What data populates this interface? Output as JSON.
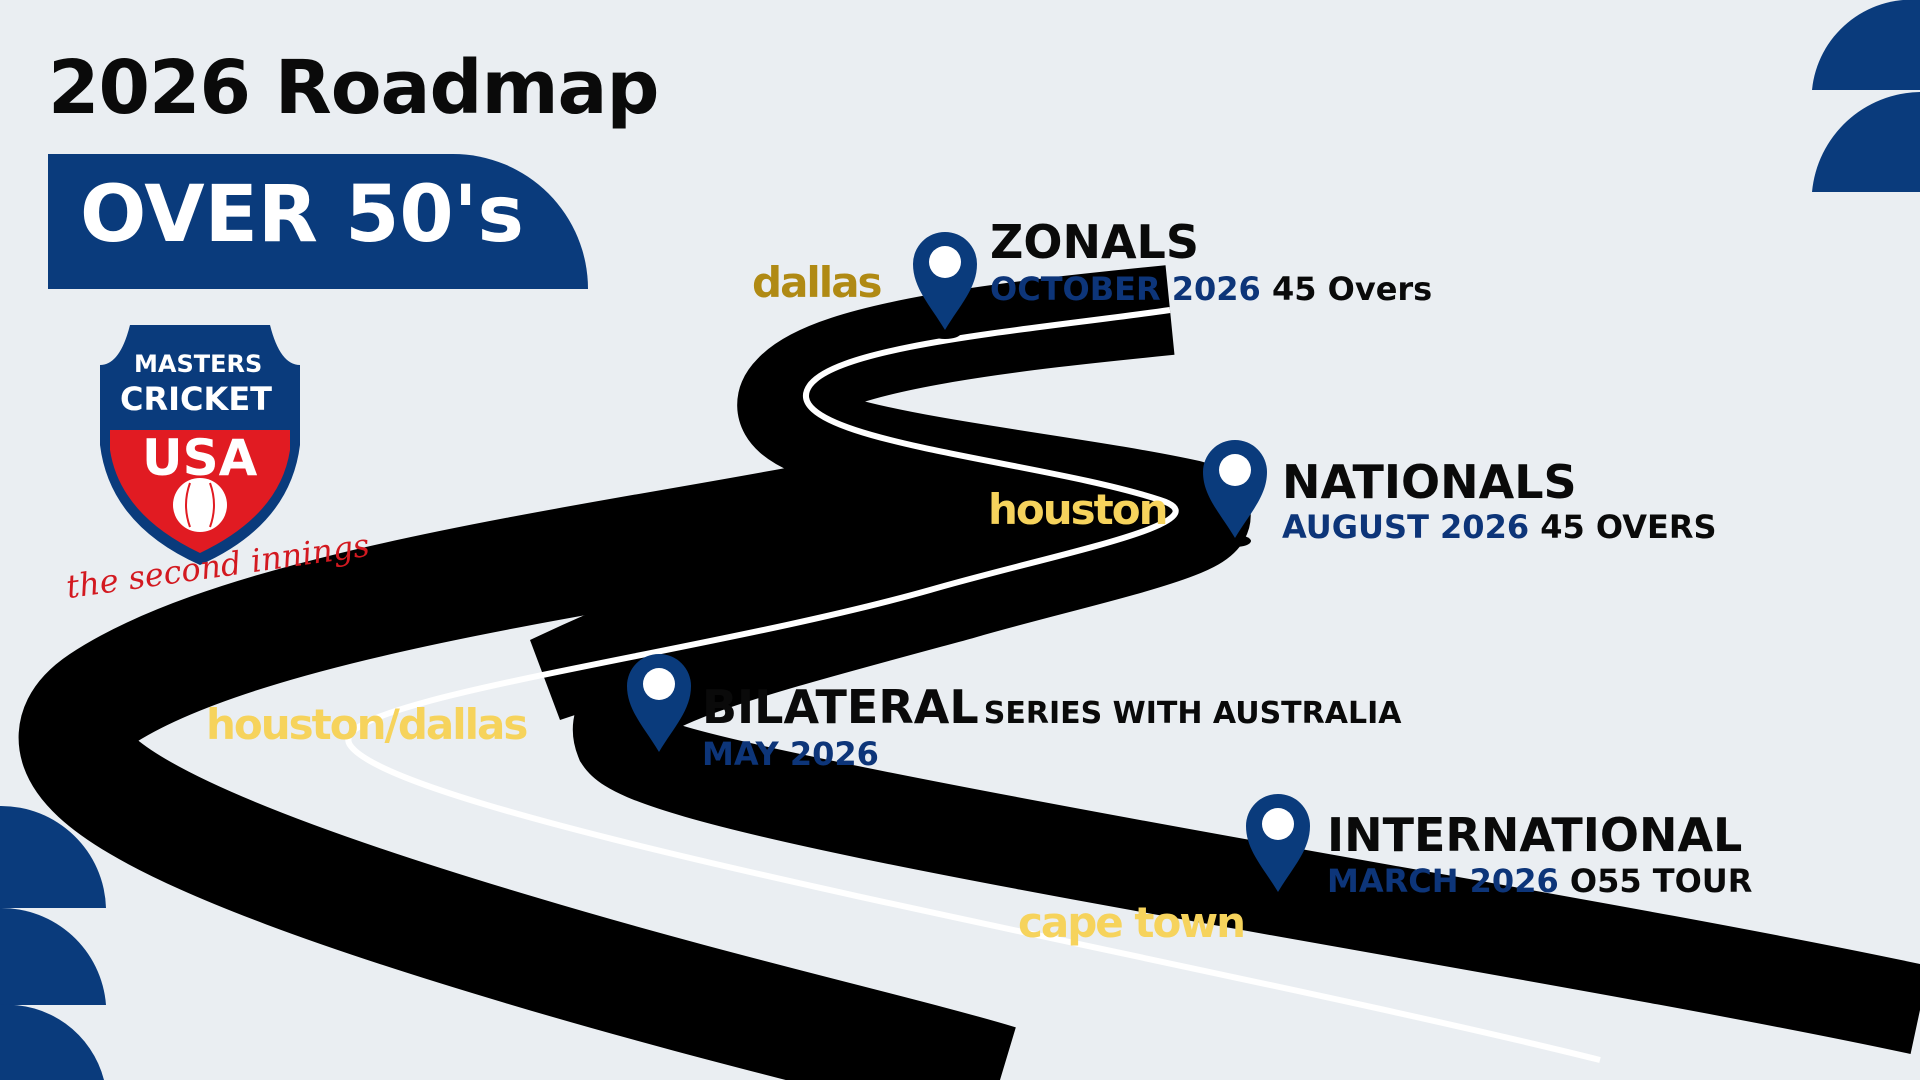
{
  "header": {
    "title": "2026 Roadmap",
    "badge": "OVER 50's"
  },
  "logo": {
    "line1": "MASTERS",
    "line2": "CRICKET",
    "line3": "USA",
    "tagline": "the second innings"
  },
  "events": [
    {
      "title": "ZONALS",
      "date": "OCTOBER 2026",
      "detail": "45 Overs",
      "city": "dallas"
    },
    {
      "title": "NATIONALS",
      "date": "AUGUST 2026",
      "detail": "45 OVERS",
      "city": "houston"
    },
    {
      "title": "BILATERAL",
      "subtitle": "SERIES WITH AUSTRALIA",
      "date": "MAY 2026",
      "city": "houston/dallas"
    },
    {
      "title": "INTERNATIONAL",
      "date": "MARCH 2026",
      "detail": "O55 TOUR",
      "city": "cape town"
    }
  ],
  "colors": {
    "navy": "#0a3b7c",
    "road": "#000000",
    "background": "#eaeef2",
    "city_gold": "#b08a14",
    "city_yellow": "#f6d35c",
    "logo_red": "#e11b22"
  },
  "icons": [
    "map-pin-icon",
    "cricket-ball-icon",
    "shield-logo"
  ]
}
